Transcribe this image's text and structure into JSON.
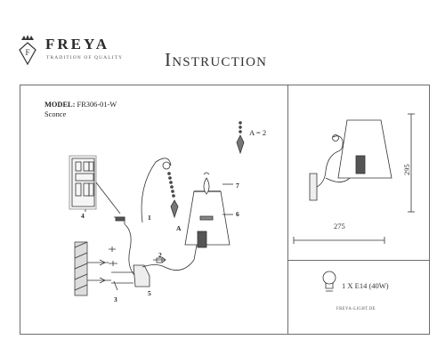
{
  "brand": {
    "name": "FREYA",
    "tagline": "TRADITION OF QUALITY"
  },
  "title": "Instruction",
  "model": {
    "label": "MODEL:",
    "code": "FR306-01-W",
    "type": "Sconce"
  },
  "assembly_note": "A = 2",
  "callouts": {
    "c1": "1",
    "c2": "2",
    "c3": "3",
    "c4": "4",
    "c5": "5",
    "c6": "6",
    "c7": "7",
    "cA1": "A",
    "cA2": "A"
  },
  "dimensions": {
    "width": "275",
    "height": "295"
  },
  "bulb_spec": "1 X E14 (40W)",
  "website": "FREYA-LIGHT.DE"
}
